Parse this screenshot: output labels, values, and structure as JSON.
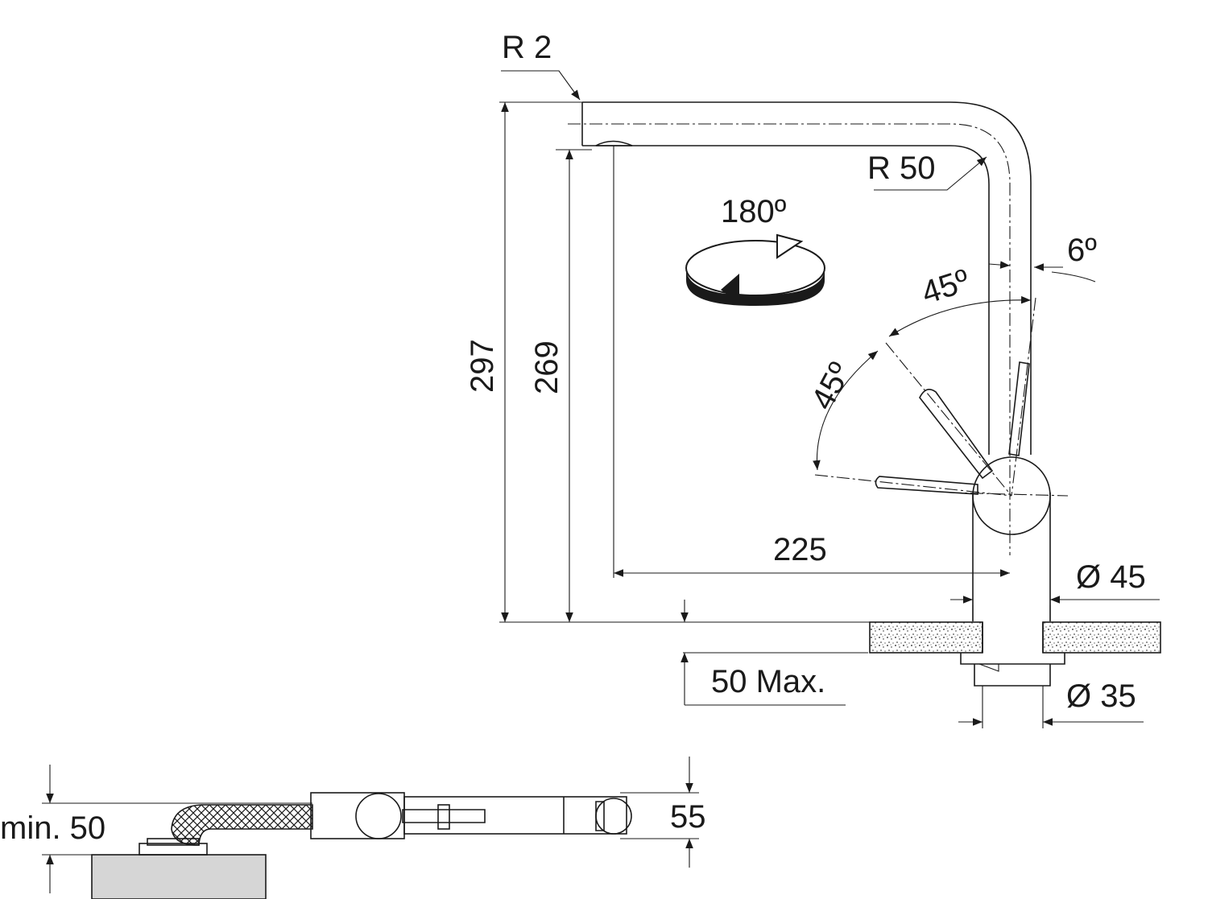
{
  "dimensions": {
    "spout_radius_tip": "R 2",
    "spout_radius_bend": "R 50",
    "rotation": "180º",
    "spout_tilt": "6º",
    "lever_angle_upper": "45º",
    "lever_angle_lower": "45º",
    "total_height": "297",
    "outlet_height": "269",
    "reach": "225",
    "body_diameter": "Ø 45",
    "shank_diameter": "Ø 35",
    "counter_thickness": "50 Max.",
    "hose_clearance": "min. 50",
    "lever_height": "55"
  }
}
